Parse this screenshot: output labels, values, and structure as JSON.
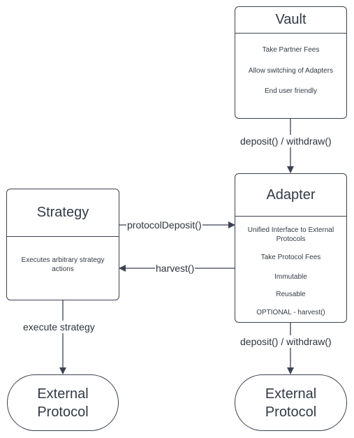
{
  "vault": {
    "title": "Vault",
    "items": [
      "Take Partner Fees",
      "Allow switching of Adapters",
      "End user friendly"
    ]
  },
  "adapter": {
    "title": "Adapter",
    "items": [
      "Unified Interface to External Protocols",
      "Take Protocol Fees",
      "Immutable",
      "Reusable",
      "OPTIONAL - harvest()"
    ]
  },
  "strategy": {
    "title": "Strategy",
    "items": [
      "Executes arbitrary strategy actions"
    ]
  },
  "external_left": {
    "line1": "External",
    "line2": "Protocol"
  },
  "external_right": {
    "line1": "External",
    "line2": "Protocol"
  },
  "edges": {
    "vault_to_adapter": "deposit() / withdraw()",
    "strategy_to_adapter": "protocolDeposit()",
    "adapter_to_strategy": "harvest()",
    "strategy_to_external": "execute strategy",
    "adapter_to_external": "deposit() / withdraw()"
  },
  "colors": {
    "stroke": "#3c4250",
    "text": "#333a45"
  }
}
